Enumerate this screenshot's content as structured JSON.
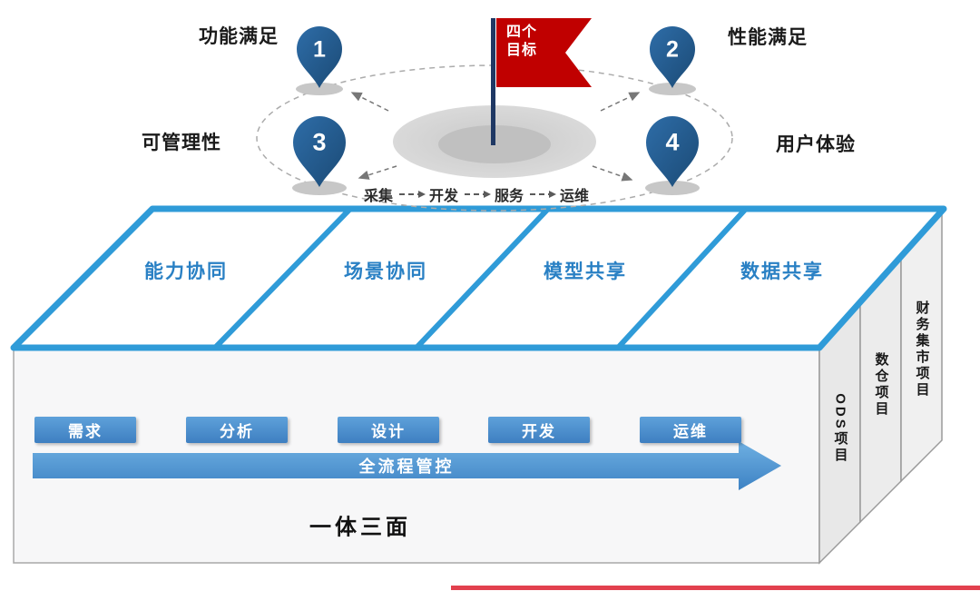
{
  "diagram": {
    "flag": {
      "lines": [
        "四个",
        "目标"
      ]
    },
    "goals": [
      {
        "number": "1",
        "label": "功能满足"
      },
      {
        "number": "2",
        "label": "性能满足"
      },
      {
        "number": "3",
        "label": "可管理性"
      },
      {
        "number": "4",
        "label": "用户体验"
      }
    ],
    "process_steps": [
      "采集",
      "开发",
      "服务",
      "运维"
    ],
    "top_cells": [
      "能力协同",
      "场景协同",
      "模型共享",
      "数据共享"
    ],
    "stages": [
      "需求",
      "分析",
      "设计",
      "开发",
      "运维"
    ],
    "flow_arrow_label": "全流程管控",
    "caption": "一体三面",
    "side_projects": [
      "ODS项目",
      "数仓项目",
      "财务集市项目"
    ]
  },
  "colors": {
    "pin_blue": "#1F4E79",
    "flag_red": "#C00000",
    "pole_navy": "#1F3864",
    "face_border_blue": "#2F9BD8",
    "cell_text_blue": "#2980C4",
    "button_blue": "#3E7FC1",
    "flow_arrow_blue": "#4B96D8",
    "accent_line_red": "#E2404E"
  }
}
